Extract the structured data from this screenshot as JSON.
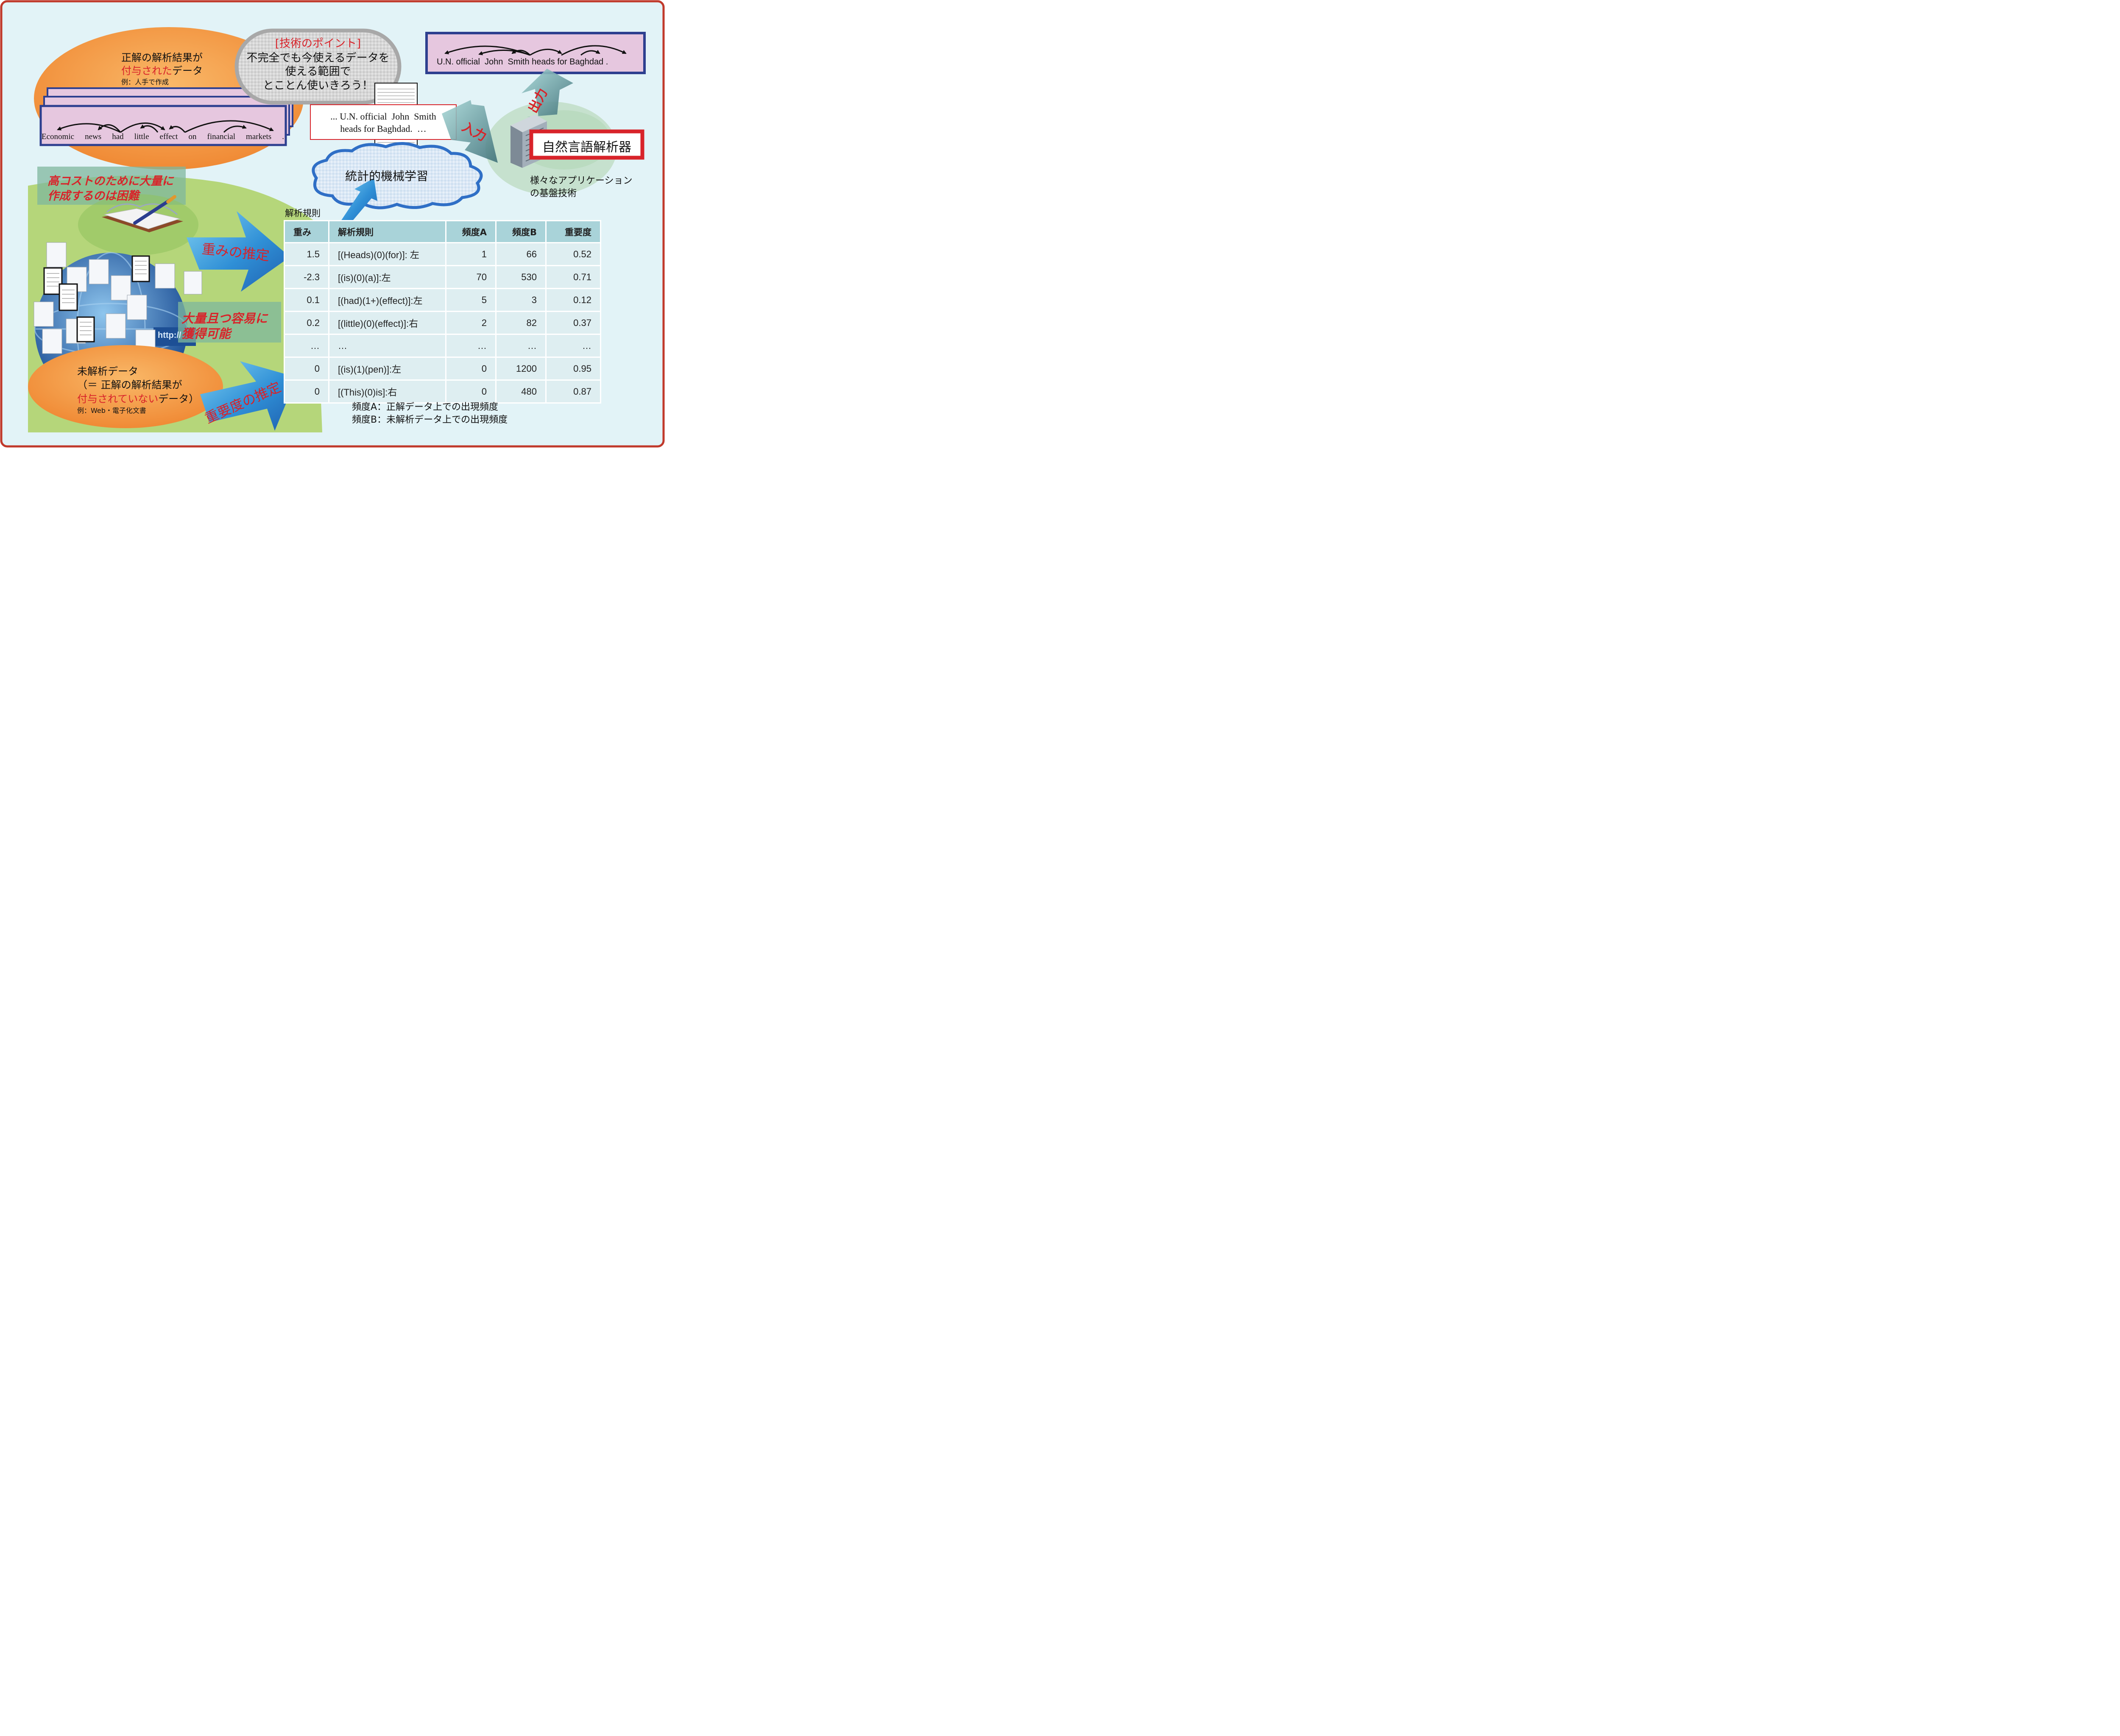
{
  "colors": {
    "frame_red": "#c0392b",
    "background": "#e2f3f7",
    "green_field": "#b5d67a",
    "orange_bubble": "#f6a04d",
    "pink_box": "#e6c7df",
    "navy_border": "#2d3f8f",
    "accent_red": "#d8232a",
    "blue_arrow": "#2f8fd6"
  },
  "point_bubble": {
    "heading": "[技術のポイント]",
    "line1": "不完全でも今使えるデータを",
    "line2": "使える範囲で",
    "line3": "とことん使いきろう！"
  },
  "annotated_data": {
    "line1": "正解の解析結果が",
    "line2_red": "付与された",
    "line2_rest": "データ",
    "example": "例：人手で作成"
  },
  "annotated_sentence": [
    "Economic",
    "news",
    "had",
    "little",
    "effect",
    "on",
    "financial",
    "markets",
    "."
  ],
  "output_sentence": "U.N. official  John  Smith heads for Baghdad .",
  "input_excerpt": {
    "line1": "... U.N. official  John  Smith",
    "line2": "heads for Baghdad.  …"
  },
  "arrows": {
    "input_label": "入力",
    "output_label": "出力",
    "weight_estimation": "重みの推定",
    "importance_estimation": "重要度の推定"
  },
  "parser": {
    "label": "自然言語解析器",
    "caption_line1": "様々なアプリケーション",
    "caption_line2": "の基盤技術"
  },
  "cloud_label": "統計的機械学習",
  "cost_note": {
    "line1": "高コストのために大量に",
    "line2": "作成するのは困難"
  },
  "easy_note": {
    "line1": "大量且つ容易に",
    "line2": "獲得可能"
  },
  "web_globe_label": "http://",
  "unannotated_data": {
    "line1": "未解析データ",
    "line2": "（＝ 正解の解析結果が",
    "line3_red": "付与されていない",
    "line3_rest": "データ）",
    "example": "例：Web・電子化文書"
  },
  "rules_table": {
    "caption": "解析規則",
    "headers": [
      "重み",
      "解析規則",
      "頻度A",
      "頻度B",
      "重要度"
    ],
    "rows": [
      [
        "1.5",
        "[(Heads)(0)(for)]: 左",
        "1",
        "66",
        "0.52"
      ],
      [
        "-2.3",
        "[(is)(0)(a)]:左",
        "70",
        "530",
        "0.71"
      ],
      [
        "0.1",
        "[(had)(1+)(effect)]:左",
        "5",
        "3",
        "0.12"
      ],
      [
        "0.2",
        "[(little)(0)(effect)]:右",
        "2",
        "82",
        "0.37"
      ],
      [
        "…",
        "…",
        "…",
        "…",
        "…"
      ],
      [
        "0",
        "[(is)(1)(pen)]:左",
        "0",
        "1200",
        "0.95"
      ],
      [
        "0",
        "[(This)(0)is]:右",
        "0",
        "480",
        "0.87"
      ]
    ]
  },
  "legend": {
    "freq_a": "頻度A：正解データ上での出現頻度",
    "freq_b": "頻度B：未解析データ上での出現頻度"
  }
}
